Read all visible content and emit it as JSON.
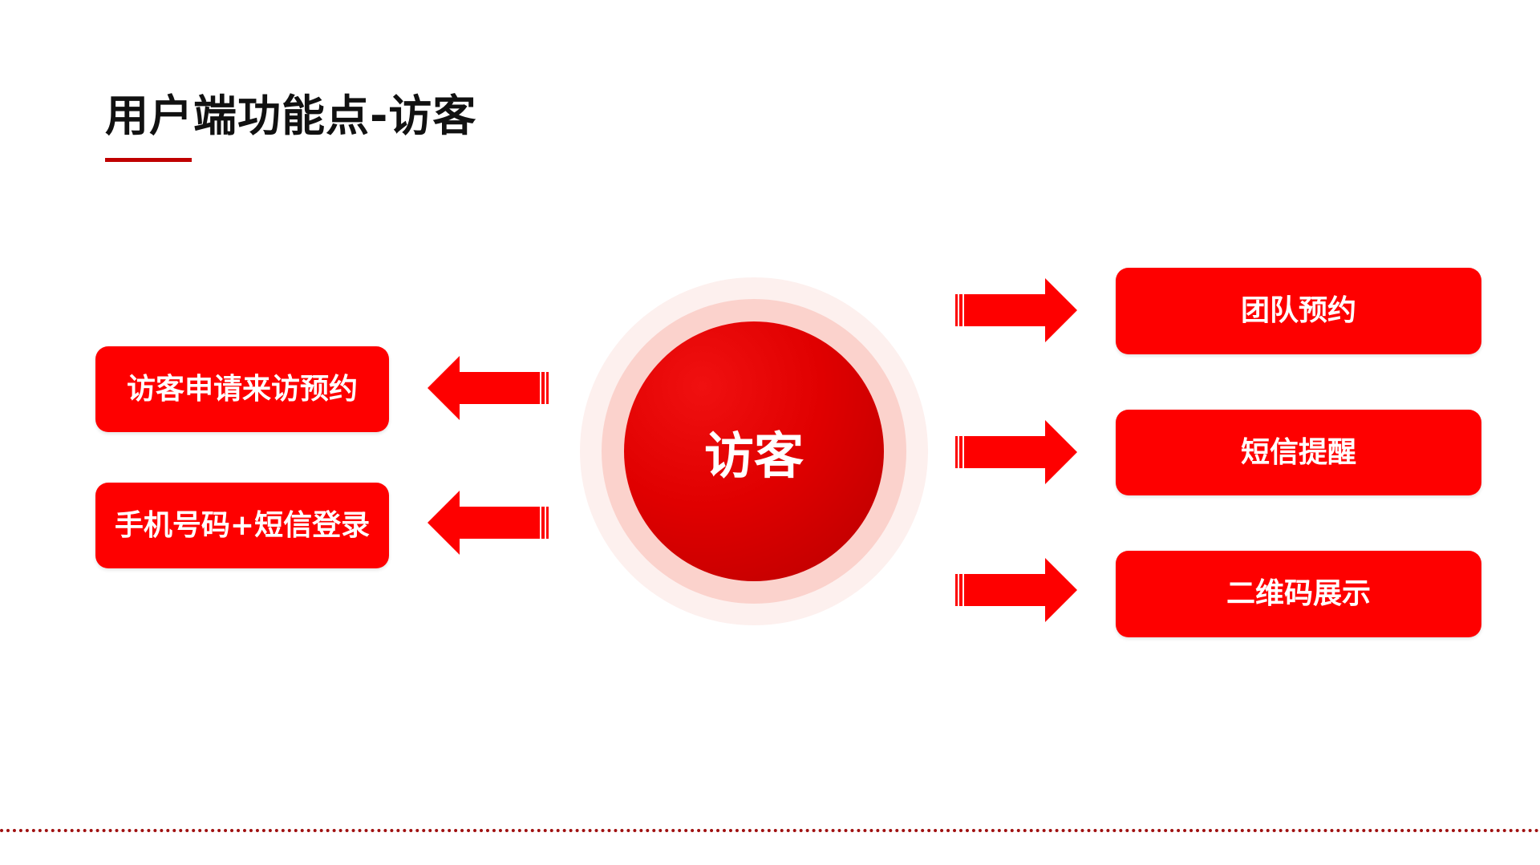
{
  "title": "用户端功能点-访客",
  "center": {
    "label": "访客"
  },
  "left_items": [
    {
      "label": "访客申请来访预约"
    },
    {
      "label": "手机号码+短信登录"
    }
  ],
  "right_items": [
    {
      "label": "团队预约"
    },
    {
      "label": "短信提醒"
    },
    {
      "label": "二维码展示"
    }
  ],
  "colors": {
    "accent": "#fe0000",
    "dark_red": "#c00000"
  }
}
